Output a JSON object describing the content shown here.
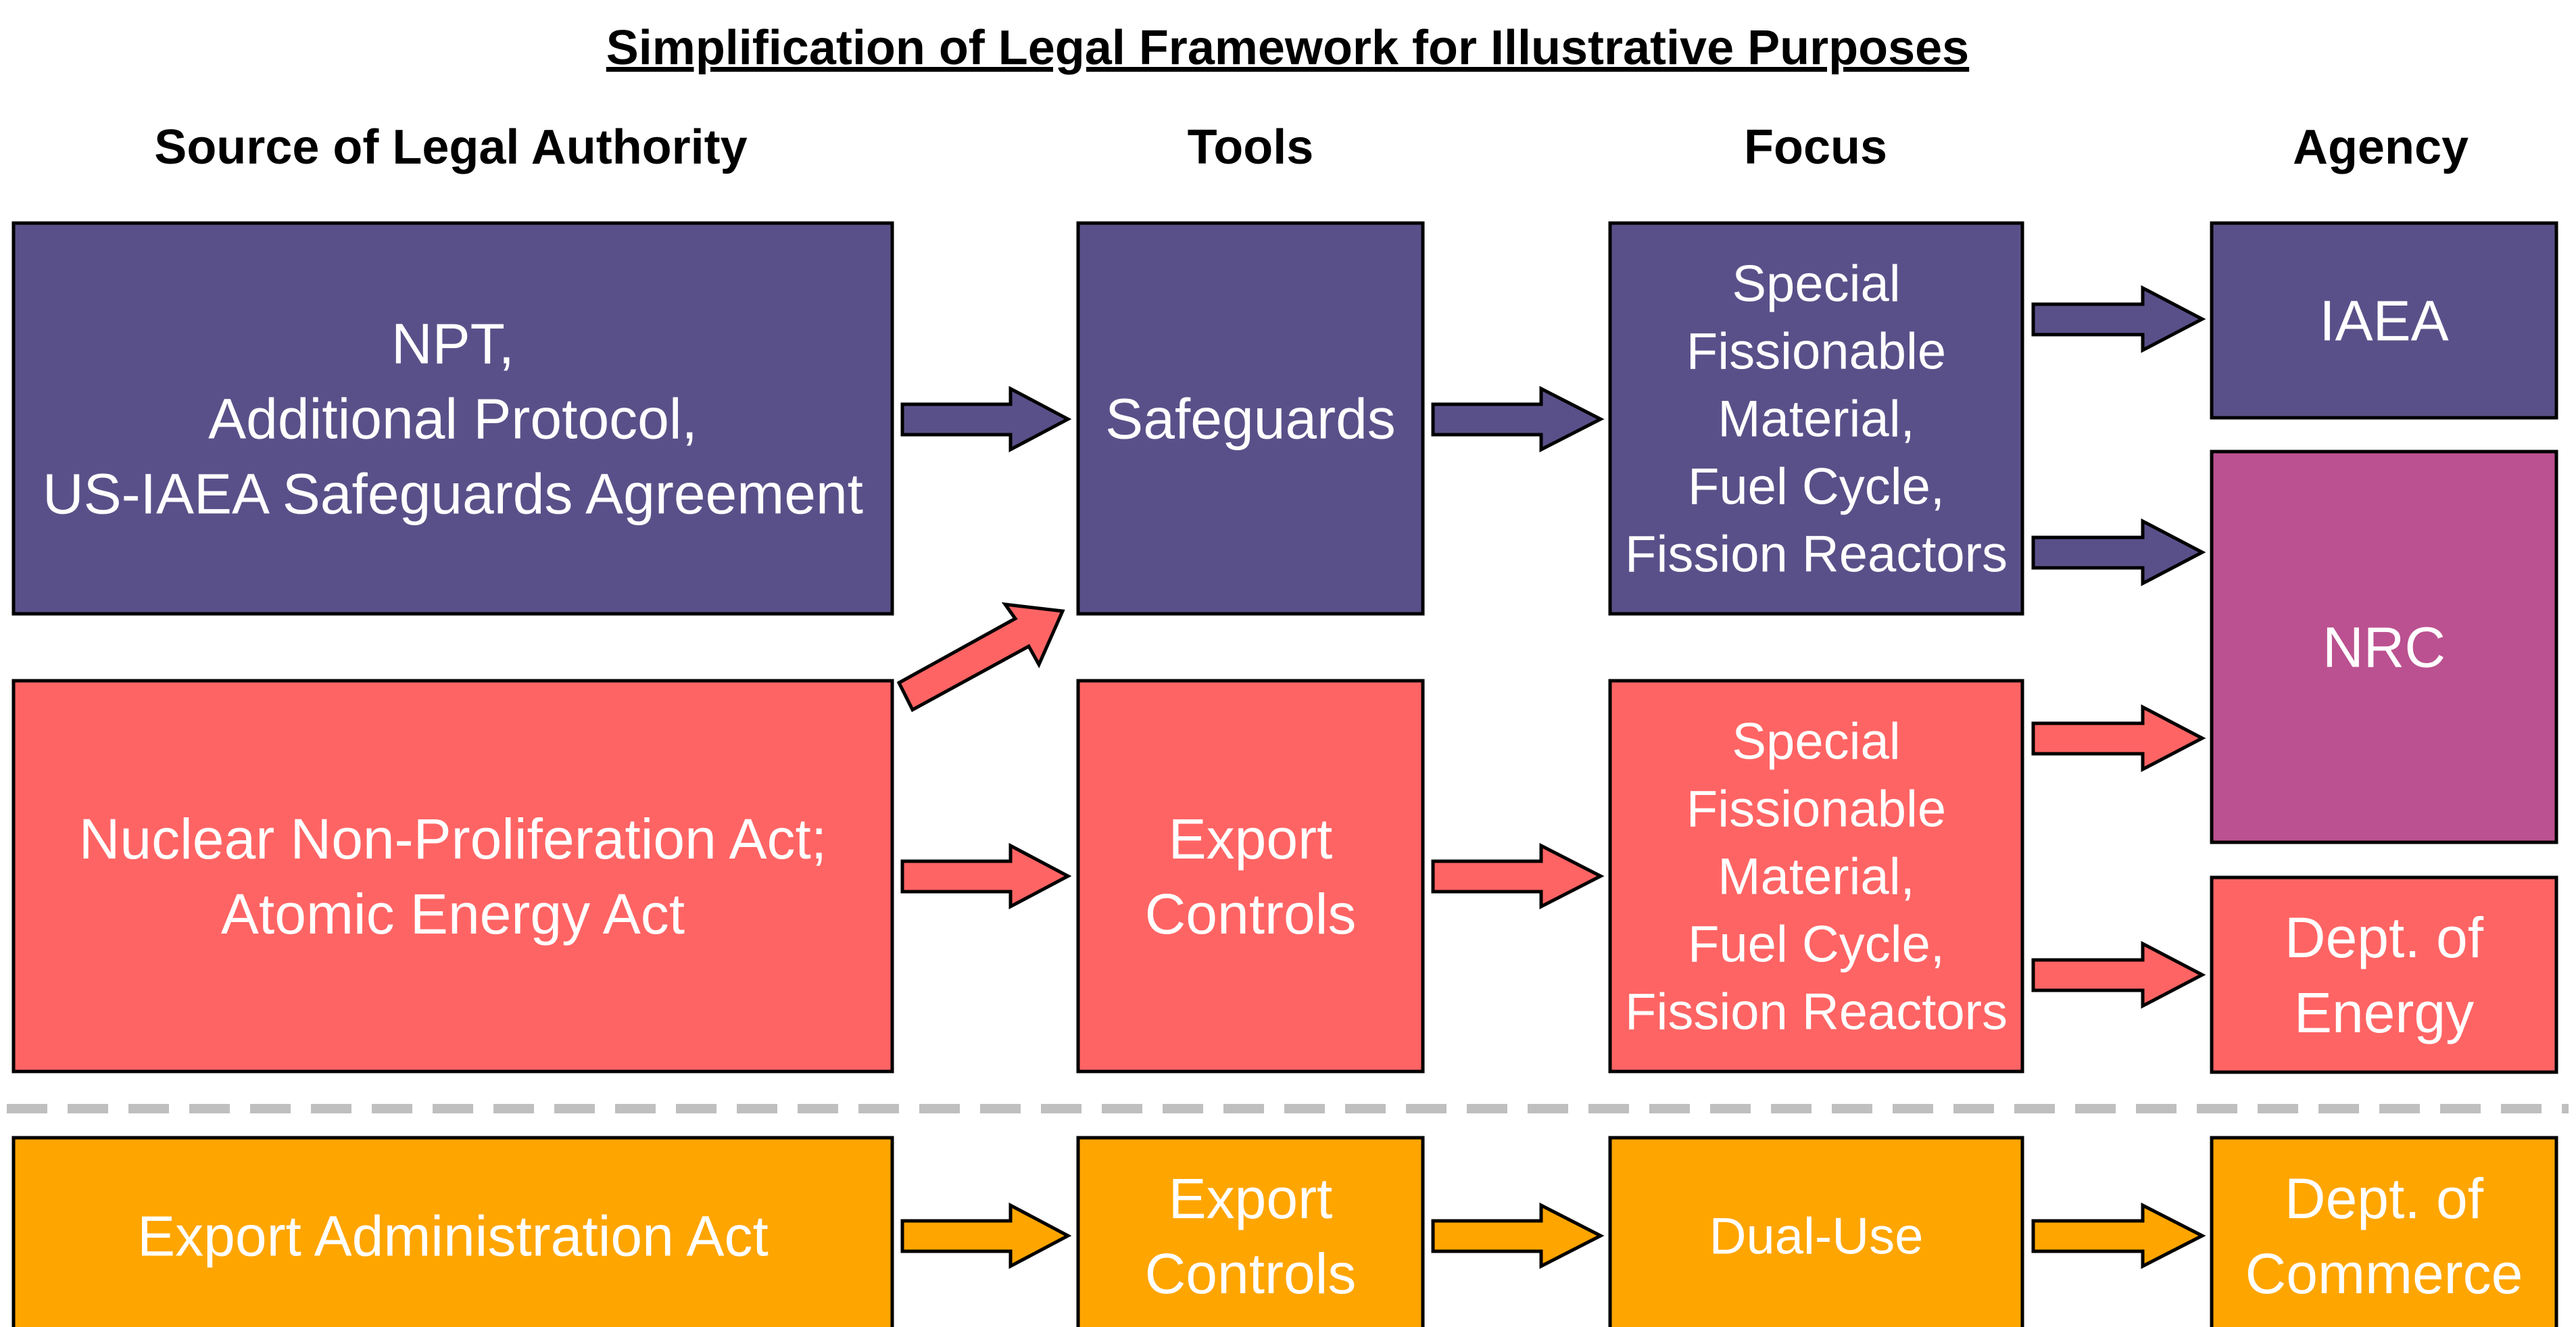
{
  "title": "Simplification of Legal Framework for Illustrative Purposes",
  "headers": {
    "source": "Source of Legal Authority",
    "tools": "Tools",
    "focus": "Focus",
    "agency": "Agency"
  },
  "colors": {
    "purple": "#5A5089",
    "red": "#FF6464",
    "magenta": "#BB5190",
    "orange": "#FFA500",
    "divider": "#BFBFBF",
    "box_text": "#FFFFFF",
    "header_text": "#000000"
  },
  "boxes": {
    "source_npt": [
      "NPT,",
      "Additional Protocol,",
      "US-IAEA Safeguards Agreement"
    ],
    "tool_safeguards": [
      "Safeguards"
    ],
    "focus_safeguards": [
      "Special",
      "Fissionable",
      "Material,",
      "Fuel Cycle,",
      "Fission Reactors"
    ],
    "agency_iaea": [
      "IAEA"
    ],
    "agency_nrc": [
      "NRC"
    ],
    "source_nnpa": [
      "Nuclear Non-Proliferation Act;",
      "Atomic Energy Act"
    ],
    "tool_export_nuclear": [
      "Export",
      "Controls"
    ],
    "focus_export_nuclear": [
      "Special",
      "Fissionable",
      "Material,",
      "Fuel Cycle,",
      "Fission Reactors"
    ],
    "agency_doe": [
      "Dept. of",
      "Energy"
    ],
    "source_eaa": [
      "Export Administration Act"
    ],
    "tool_export_dual": [
      "Export",
      "Controls"
    ],
    "focus_dual_use": [
      "Dual-Use"
    ],
    "agency_doc": [
      "Dept. of",
      "Commerce"
    ]
  }
}
